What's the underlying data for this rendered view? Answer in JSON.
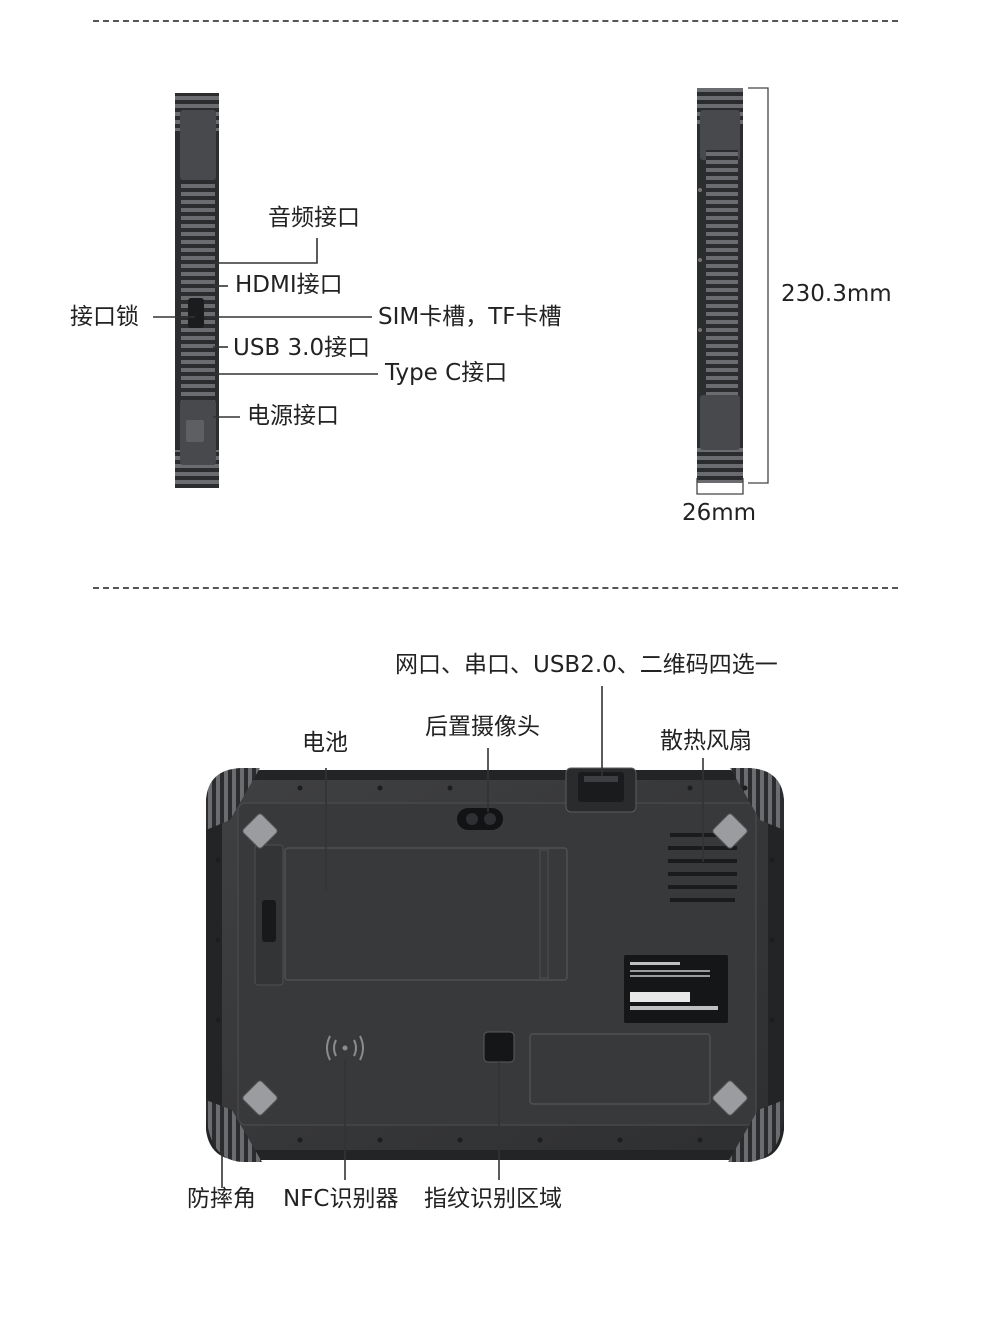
{
  "side_view": {
    "labels": {
      "audio": "音频接口",
      "hdmi": "HDMI接口",
      "lock": "接口锁",
      "sim": "SIM卡槽，TF卡槽",
      "usb3": "USB 3.0接口",
      "typec": "Type C接口",
      "power": "电源接口"
    },
    "dimensions": {
      "height": "230.3mm",
      "thickness": "26mm"
    }
  },
  "back_view": {
    "labels": {
      "ports_option": "网口、串口、USB2.0、二维码四选一",
      "battery": "电池",
      "rear_camera": "后置摄像头",
      "fan": "散热风扇",
      "bumper": "防摔角",
      "nfc": "NFC识别器",
      "fingerprint": "指纹识别区域"
    }
  },
  "colors": {
    "device_body": "#3a3b3d",
    "device_dark": "#1f2022",
    "device_edge": "#55575a",
    "line": "#333333"
  }
}
